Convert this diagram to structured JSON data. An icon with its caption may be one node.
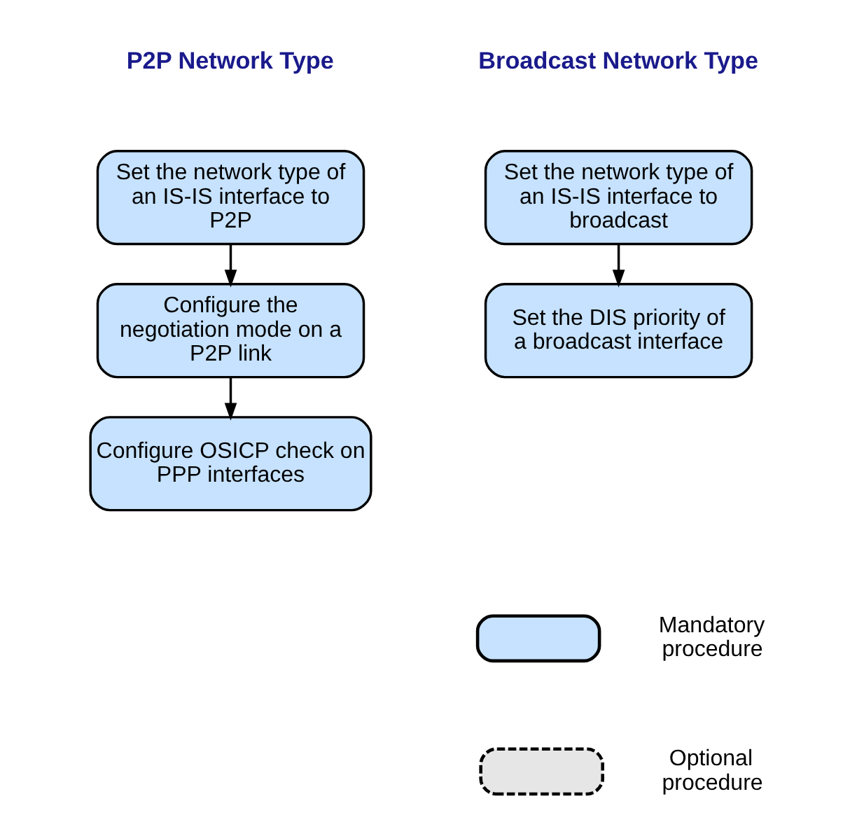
{
  "diagram": {
    "nodes": [
      {
        "text": [
          "Set the network type of an IS-IS interface to P2P"
        ]
      },
      {
        "text": [
          "Configure the negotiation mode on a P2P link"
        ]
      },
      {
        "text": [
          "Configure OSICP check on PPP interfaces"
        ]
      },
      {
        "text": [
          "Set the network type of an IS-IS interface to broadcast"
        ]
      },
      {
        "text": [
          "Set the DIS priority of a broadcast interface"
        ]
      }
    ],
    "edges": [
      {
        "from": 0,
        "to": 1,
        "arrow": "to"
      },
      {
        "from": 1,
        "to": 2,
        "arrow": "to"
      },
      {
        "from": 3,
        "to": 4,
        "arrow": "to"
      }
    ],
    "labels": [
      "P2P Network Type",
      "Broadcast Network Type"
    ],
    "legend": [
      {
        "text": "Mandatory procedure",
        "color": "#c6e2ff"
      },
      {
        "text": "Optional procedure",
        "color": "#e6e6e6"
      }
    ]
  }
}
